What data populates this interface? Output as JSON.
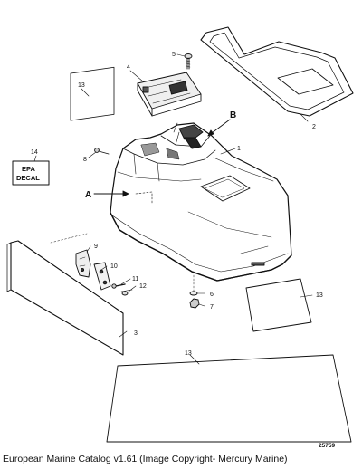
{
  "diagram": {
    "part_labels": {
      "p1": "1",
      "p2": "2",
      "p3": "3",
      "p4": "4",
      "p5": "5",
      "p6": "6",
      "p7": "7",
      "p8": "8",
      "p9": "9",
      "p10": "10",
      "p11": "11",
      "p12": "12",
      "p13a": "13",
      "p13b": "13",
      "p13c": "13",
      "p14": "14"
    },
    "callout_a": "A",
    "callout_b": "B",
    "decal_line1": "EPA",
    "decal_line2": "DECAL",
    "reference_number": "25759"
  },
  "caption": "European Marine Catalog v1.61 (Image Copyright- Mercury Marine)"
}
